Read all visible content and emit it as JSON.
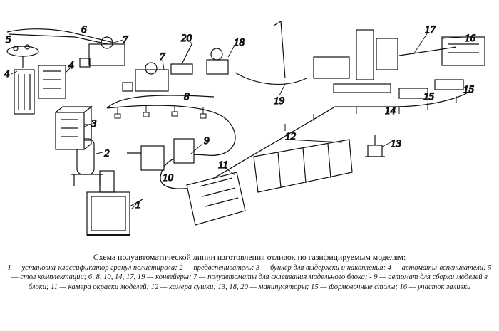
{
  "diagram": {
    "labels": [
      "1",
      "2",
      "3",
      "4",
      "4",
      "5",
      "6",
      "7",
      "7",
      "8",
      "9",
      "10",
      "11",
      "12",
      "13",
      "14",
      "15",
      "15",
      "16",
      "17",
      "18",
      "19",
      "20"
    ]
  },
  "caption": {
    "title": "Схема полуавтоматической линии изготовления отливок по газифицируемым моделям:",
    "legend": "1 — установка-классификатор гранул полистирола; 2 — предвспениватель; 3 — бункер для выдержки и накопления; 4 — автоматы-вспениватели; 5 — стол комплектации; 6, 8, 10, 14, 17, 19 — конвейеры; 7 — полуавтоматы для склеивания модельного блока; - 9 — автомат для сборки моделей в блоки; 11 — камера окраски моделей; 12 — камера сушки; 13, 18, 20 — манипуляторы; 15 — формовочные столы; 16 — участок заливки"
  }
}
